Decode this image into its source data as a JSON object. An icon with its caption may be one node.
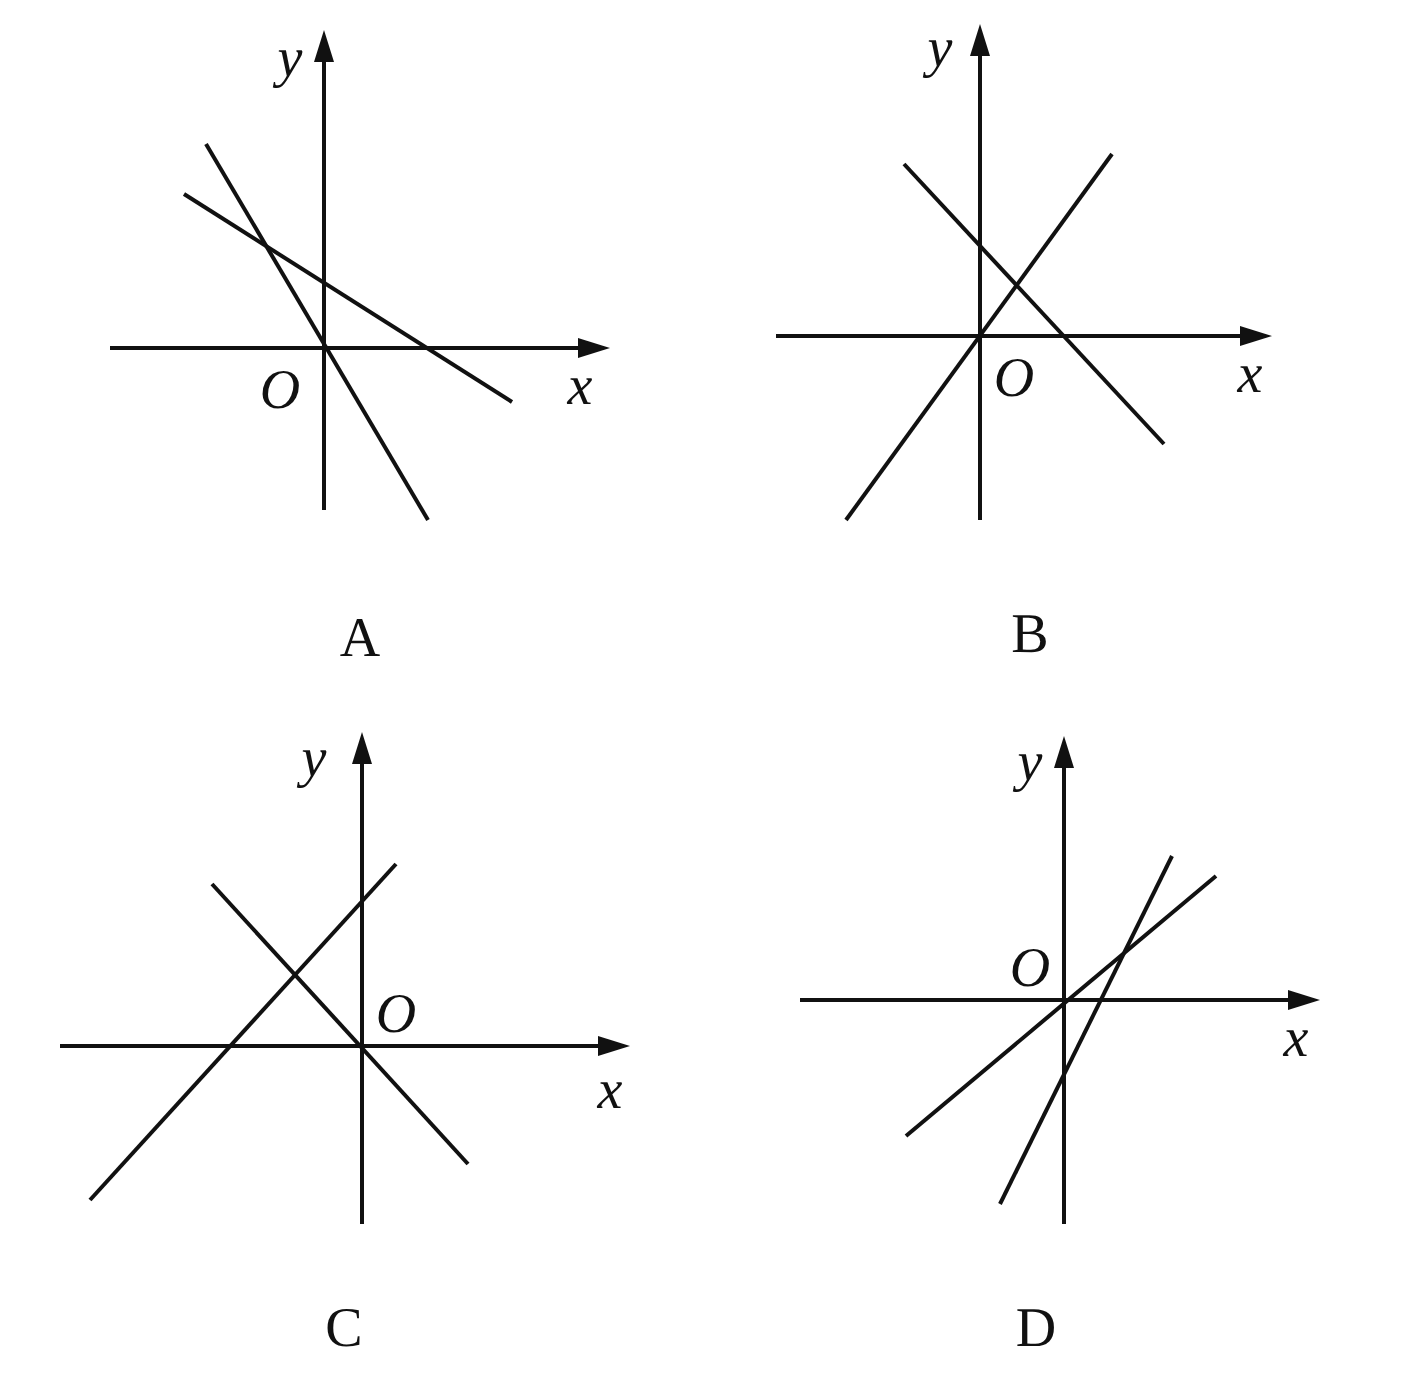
{
  "diagram": {
    "labels": [
      "y",
      "O",
      "x",
      "y",
      "O",
      "x",
      "A",
      "B",
      "y",
      "y",
      "O",
      "O",
      "x",
      "x",
      "C",
      "D"
    ]
  }
}
